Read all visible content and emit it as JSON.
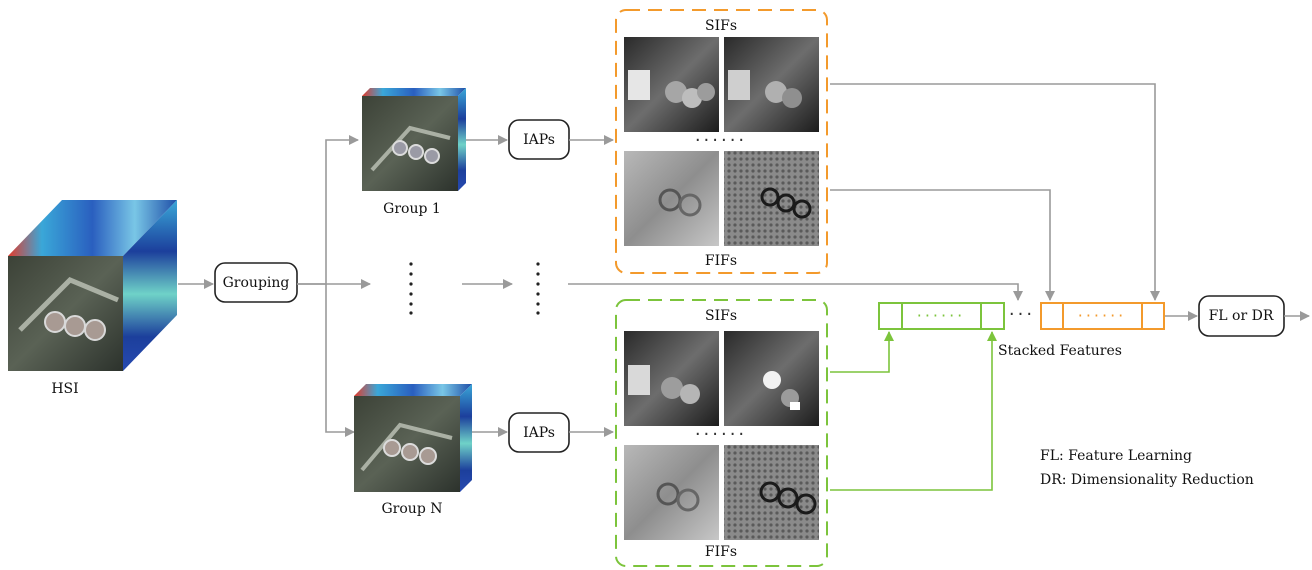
{
  "inputs": {
    "hsi_label": "HSI",
    "grouping_label": "Grouping",
    "group1_label": "Group 1",
    "groupN_label": "Group N"
  },
  "branches": {
    "iaps_label": "IAPs",
    "sifs_label": "SIFs",
    "fifs_label": "FIFs"
  },
  "outputs": {
    "stacked_label": "Stacked Features",
    "fl_dr_label": "FL or DR"
  },
  "legend": {
    "fl": "FL: Feature Learning",
    "dr": "DR: Dimensionality Reduction"
  },
  "colors": {
    "arrow": "#9a9a9a",
    "orange": "#f39a2c",
    "green": "#7cc43c"
  }
}
